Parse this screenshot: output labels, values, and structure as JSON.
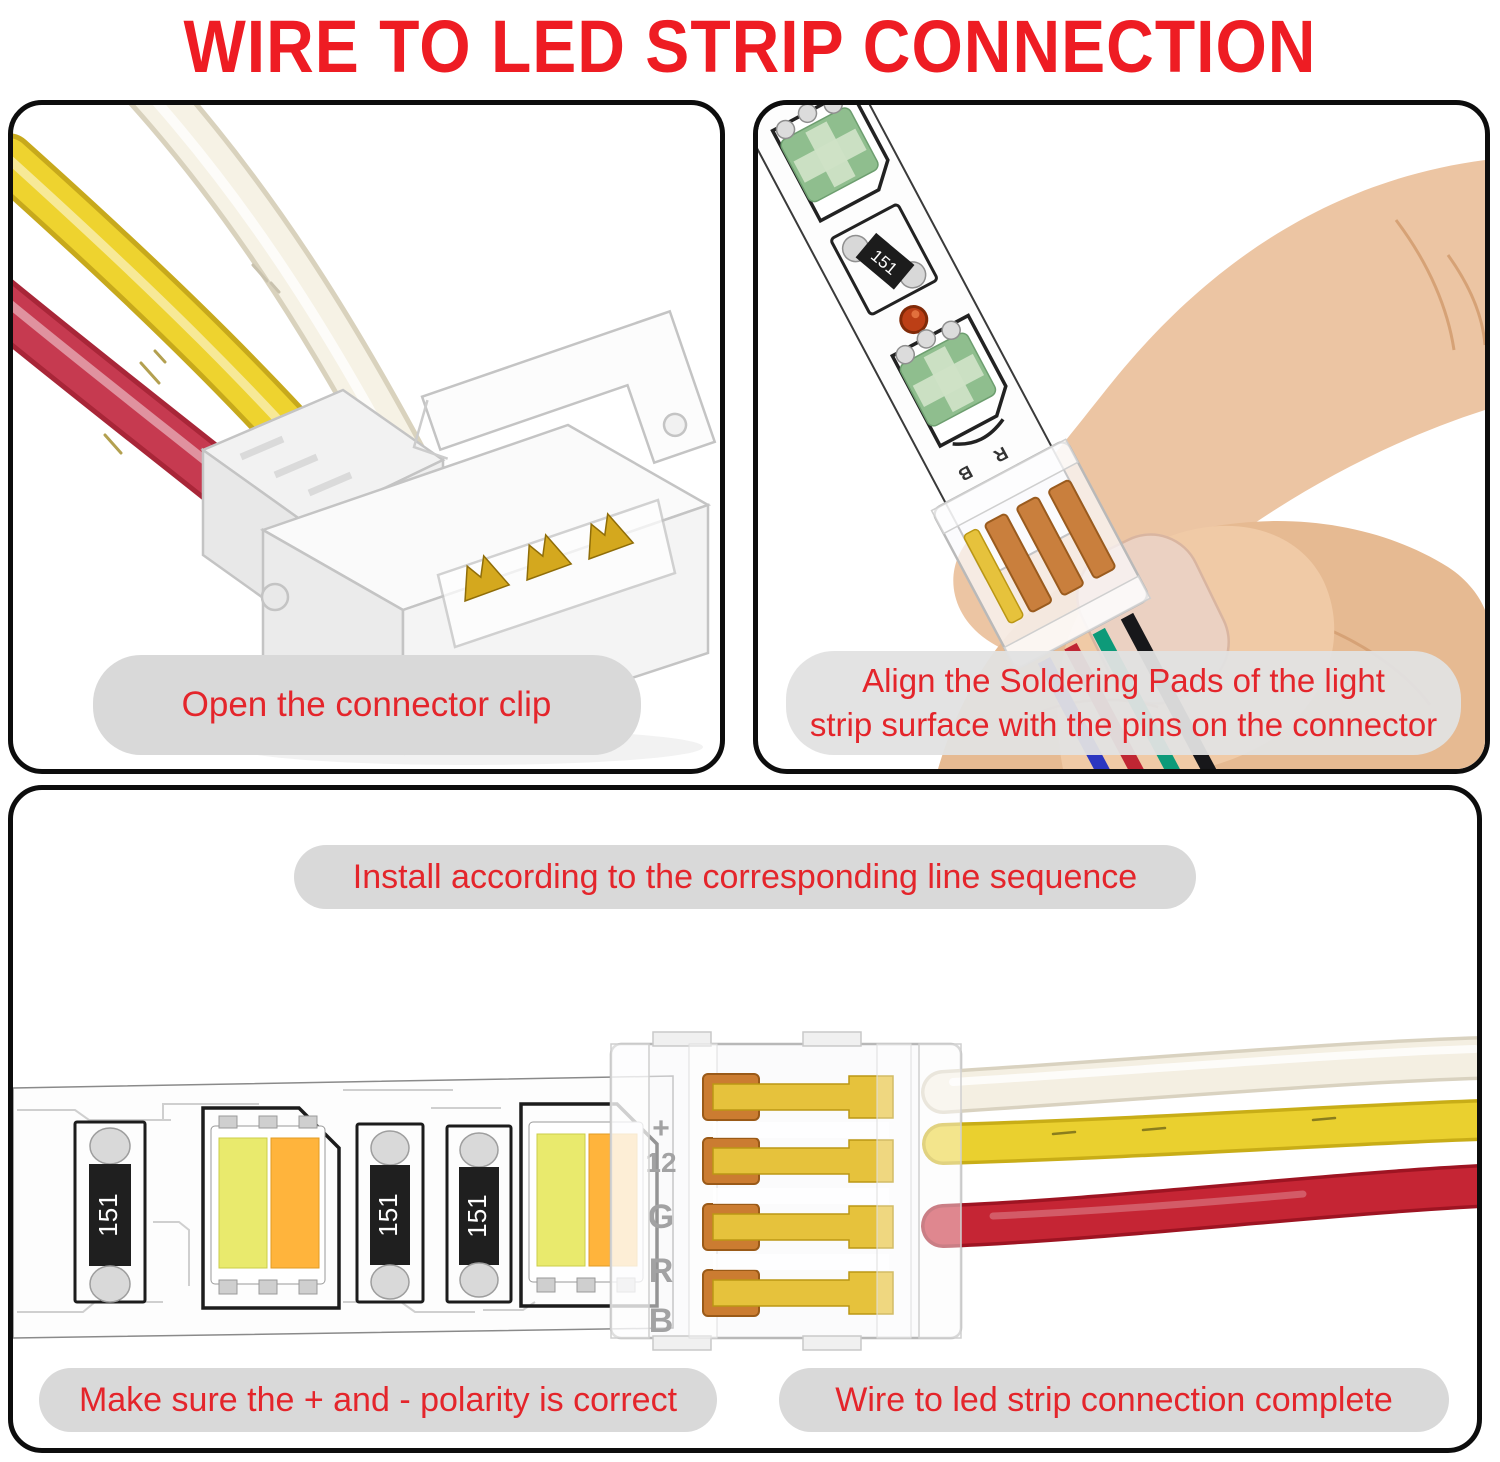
{
  "title": {
    "text": "WIRE TO LED STRIP CONNECTION",
    "color": "#ee1c23"
  },
  "steps": {
    "step1": {
      "caption": "Open the connector clip"
    },
    "step2": {
      "caption_lines": [
        "Align the Soldering Pads of the light",
        "strip surface with the pins on the connector"
      ],
      "pad_glyphs": [
        "R",
        "B"
      ]
    },
    "step3": {
      "caption_top": "Install according to the corresponding line sequence",
      "caption_bottom_left": "Make sure the + and - polarity is correct",
      "caption_bottom_right": "Wire to led strip connection complete",
      "strip_pad_labels": [
        "+",
        "12",
        "G",
        "R",
        "B"
      ]
    }
  },
  "shared": {
    "resistor_label": "151"
  },
  "palette": {
    "title_red": "#ee1c23",
    "caption_red": "#e4252b",
    "pill_gray": "#d9d9d9",
    "panel_border": "#0d0d0d",
    "wire_red": "#c63a50",
    "wire_yellow": "#eed32f",
    "wire_white": "#f6f2e5",
    "led_warm_left": "#e9ea6d",
    "led_warm_right": "#ffb43c",
    "led_green": "#8fbe8e",
    "copper": "#c97f3d",
    "gold": "#e6c23c",
    "skin": "#ecc5a3",
    "hookup_black": "#17171a",
    "hookup_green": "#0d9a79",
    "hookup_red": "#c02633",
    "hookup_blue": "#2b36c0"
  }
}
